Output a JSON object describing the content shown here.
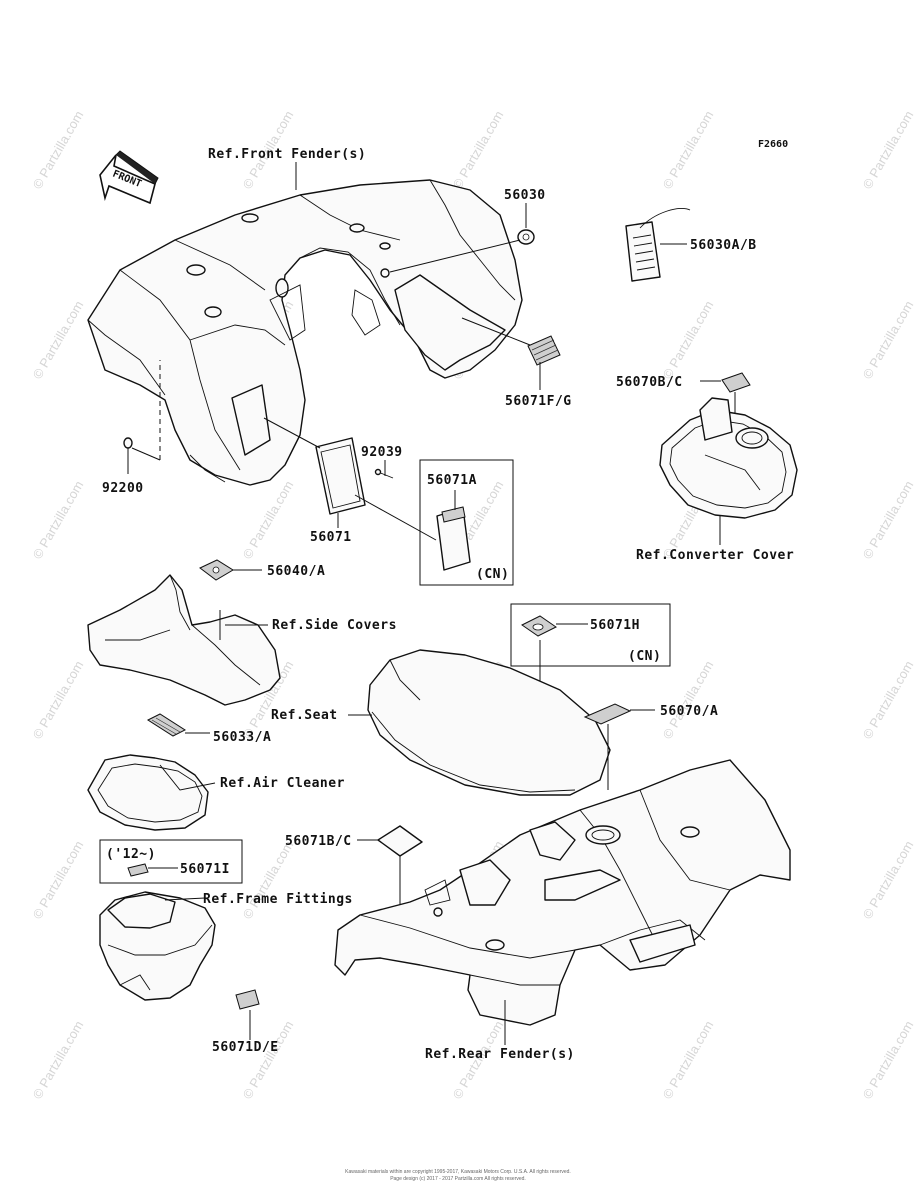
{
  "diagram_code": "F2660",
  "direction_arrow": {
    "text": "FRONT",
    "icon": "front-direction-arrow-icon"
  },
  "callouts": {
    "front_fender": "Ref.Front Fender(s)",
    "p56030": "56030",
    "p56030ab": "56030A/B",
    "p56071fg": "56071F/G",
    "p56070bc": "56070B/C",
    "converter_cover": "Ref.Converter Cover",
    "p92039": "92039",
    "p92200": "92200",
    "p56071": "56071",
    "p56071a": "56071A",
    "cn_a": "(CN)",
    "p56040a": "56040/A",
    "side_covers": "Ref.Side Covers",
    "p56071h": "56071H",
    "cn_h": "(CN)",
    "seat": "Ref.Seat",
    "p56070a": "56070/A",
    "p56033a": "56033/A",
    "air_cleaner": "Ref.Air Cleaner",
    "p56071bc": "56071B/C",
    "year_12": "('12~)",
    "p56071i": "56071I",
    "frame_fittings": "Ref.Frame Fittings",
    "p56071de": "56071D/E",
    "rear_fender": "Ref.Rear Fender(s)"
  },
  "watermark": "© Partzilla.com",
  "footer": {
    "line1": "Kawasaki materials within are copyright 1995-2017, Kawasaki Motors Corp. U.S.A. All rights reserved.",
    "line2": "Page design (c) 2017 - 2017 Partzilla.com All rights reserved."
  }
}
